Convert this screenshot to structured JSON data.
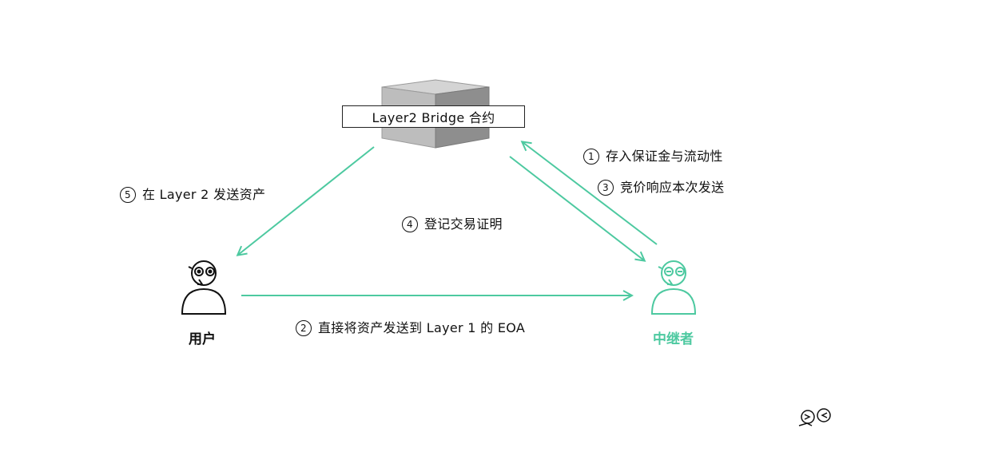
{
  "contract": {
    "label": "Layer2 Bridge 合约"
  },
  "actors": {
    "user": {
      "name": "用户"
    },
    "relayer": {
      "name": "中继者"
    }
  },
  "steps": [
    {
      "num": "1",
      "text": "存入保证金与流动性"
    },
    {
      "num": "2",
      "text": "直接将资产发送到 Layer 1 的 EOA"
    },
    {
      "num": "3",
      "text": "竞价响应本次发送"
    },
    {
      "num": "4",
      "text": "登记交易证明"
    },
    {
      "num": "5",
      "text": "在 Layer 2 发送资产"
    }
  ],
  "colors": {
    "accent": "#4dc9a0",
    "cube_top": "#d4d4d4",
    "cube_left": "#bdbdbd",
    "cube_right": "#8e8e8e",
    "text": "#111111"
  },
  "icons": [
    "cube-icon",
    "user-avatar-icon",
    "relayer-avatar-icon",
    "watermark-logo-icon"
  ]
}
